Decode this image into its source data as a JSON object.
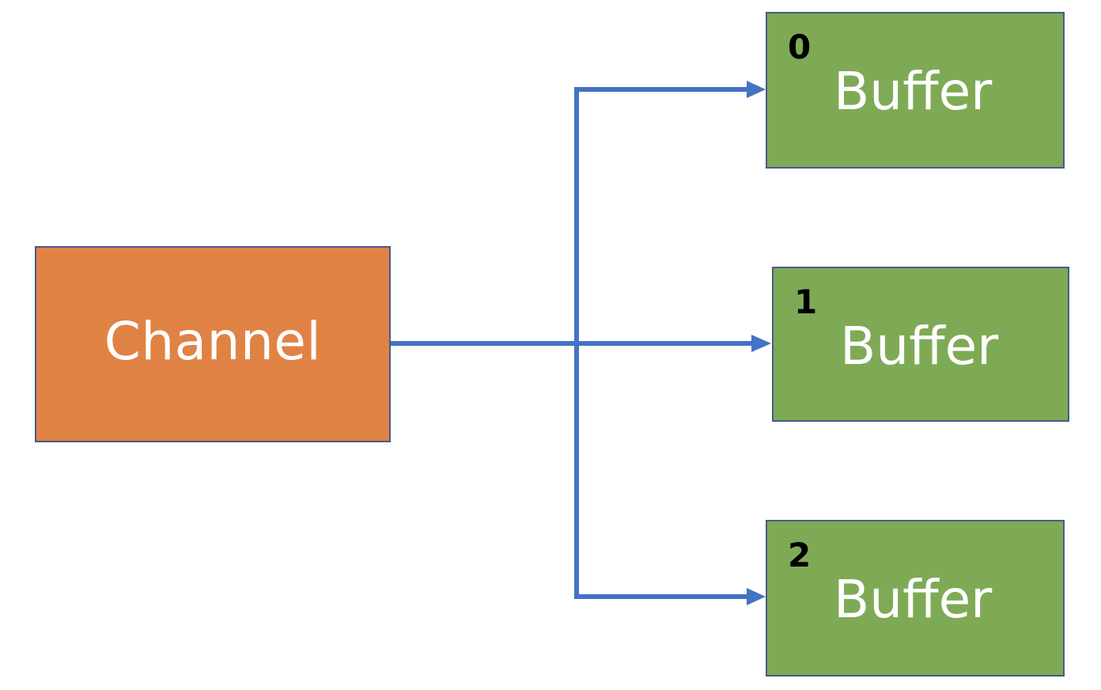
{
  "channel": {
    "label": "Channel",
    "color": "#e08244"
  },
  "buffers": [
    {
      "index": "0",
      "label": "Buffer"
    },
    {
      "index": "1",
      "label": "Buffer"
    },
    {
      "index": "2",
      "label": "Buffer"
    }
  ],
  "colors": {
    "buffer_fill": "#7eaa55",
    "connector": "#4472c4",
    "box_border": "#4a5a8a"
  }
}
